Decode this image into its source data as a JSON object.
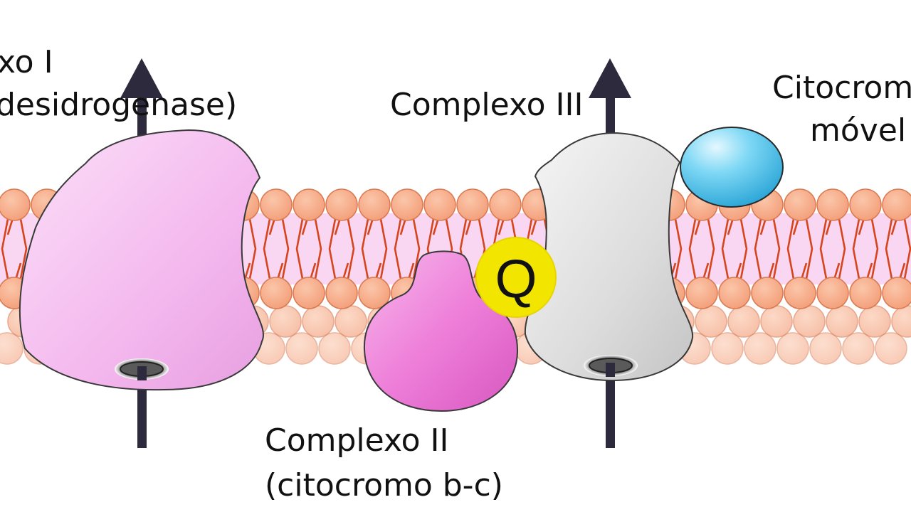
{
  "labels": {
    "complex_i_line1": "xo I",
    "complex_i_line2": "desidrogenase)",
    "complex_iii": "Complexo III",
    "cytochrome_line1": "Citocrom",
    "cytochrome_line2": "móvel",
    "complex_ii_line1": "Complexo II",
    "complex_ii_line2": "(citocromo b-c)",
    "q_marker": "Q"
  },
  "colors": {
    "background": "#ffffff",
    "lipid_head": "#f6a882",
    "lipid_head_stroke": "#d97a52",
    "lipid_tail": "#d6451c",
    "membrane_interior": "#f7c8ee",
    "complex_i_fill": "#f4b9ef",
    "complex_ii_fill": "#ee7cd8",
    "complex_iii_fill": "#dcdcdc",
    "cytochrome_fill": "#4cc3e8",
    "q_fill": "#f2e600",
    "arrow": "#2e2a3e",
    "text": "#111111"
  },
  "icons": {
    "arrows": "up-arrow",
    "q_marker": "yellow-circle"
  }
}
